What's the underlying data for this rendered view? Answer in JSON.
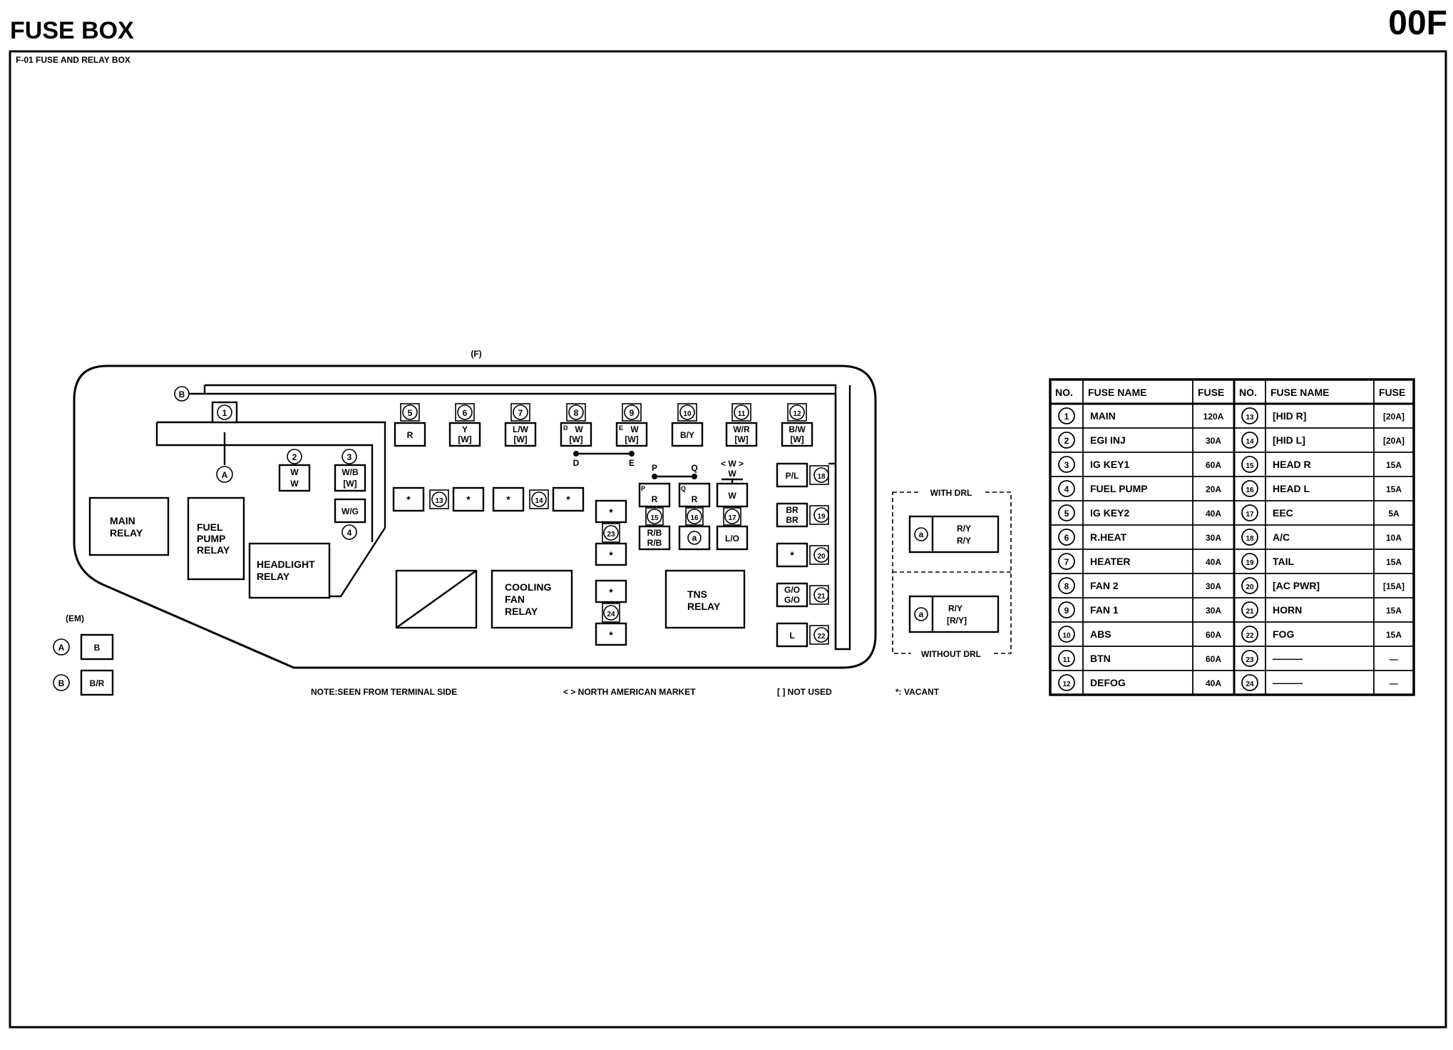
{
  "header": {
    "title": "FUSE BOX",
    "page_code": "00F",
    "subtitle": "F-01 FUSE AND RELAY BOX"
  },
  "diagram": {
    "label_f": "(F)",
    "connector_b": "B",
    "connector_a": "A",
    "relays": {
      "main": [
        "MAIN",
        "RELAY"
      ],
      "fuel_pump": [
        "FUEL",
        "PUMP",
        "RELAY"
      ],
      "headlight": [
        "HEADLIGHT",
        "RELAY"
      ],
      "cooling_fan": [
        "COOLING",
        "FAN",
        "RELAY"
      ],
      "tns": [
        "TNS",
        "RELAY"
      ]
    },
    "fuse_slots": [
      {
        "no": "1"
      },
      {
        "no": "2",
        "lines": [
          "W",
          "W"
        ]
      },
      {
        "no": "3",
        "lines": [
          "W/B",
          "[W]"
        ]
      },
      {
        "no": "4",
        "lines": [
          "W/G"
        ]
      },
      {
        "no": "5",
        "lines": [
          "R"
        ]
      },
      {
        "no": "6",
        "lines": [
          "Y",
          "[W]"
        ]
      },
      {
        "no": "7",
        "lines": [
          "L/W",
          "[W]"
        ]
      },
      {
        "no": "8",
        "lines": [
          "W",
          "[W]"
        ],
        "tag": "D"
      },
      {
        "no": "9",
        "lines": [
          "W",
          "[W]"
        ],
        "tag": "E"
      },
      {
        "no": "10",
        "lines": [
          "B/Y"
        ]
      },
      {
        "no": "11",
        "lines": [
          "W/R",
          "[W]"
        ]
      },
      {
        "no": "12",
        "lines": [
          "B/W",
          "[W]"
        ]
      },
      {
        "no": "13"
      },
      {
        "no": "14"
      },
      {
        "no": "15",
        "lines": [
          "R",
          "R/B",
          "R/B"
        ],
        "tag": "P"
      },
      {
        "no": "16",
        "lines": [
          "R",
          "a"
        ],
        "tag": "Q"
      },
      {
        "no": "17",
        "lines": [
          "W",
          "L/O"
        ]
      },
      {
        "no": "18",
        "lines": [
          "P/L"
        ]
      },
      {
        "no": "19",
        "lines": [
          "BR",
          "BR"
        ]
      },
      {
        "no": "20",
        "lines": [
          "*"
        ]
      },
      {
        "no": "21",
        "lines": [
          "G/O",
          "G/O"
        ]
      },
      {
        "no": "22",
        "lines": [
          "L"
        ]
      },
      {
        "no": "23",
        "lines": [
          "*",
          "*"
        ]
      },
      {
        "no": "24",
        "lines": [
          "*",
          "*"
        ]
      }
    ],
    "vacant_mark": "*",
    "joint_labels": {
      "d": "D",
      "e": "E",
      "p": "P",
      "q": "Q",
      "w_na": "< W >",
      "w": "W"
    },
    "em_label": "(EM)",
    "em_connectors": [
      {
        "id": "A",
        "color": "B"
      },
      {
        "id": "B",
        "color": "B/R"
      }
    ],
    "drl": {
      "with_label": "WITH DRL",
      "without_label": "WITHOUT DRL",
      "circle": "a",
      "with_lines": [
        "R/Y",
        "R/Y"
      ],
      "without_lines": [
        "R/Y",
        "[R/Y]"
      ]
    },
    "notes": [
      "NOTE:SEEN FROM TERMINAL SIDE",
      "< > NORTH AMERICAN MARKET",
      "[ ] NOT USED",
      "*: VACANT"
    ]
  },
  "fuse_table": {
    "headers": [
      "NO.",
      "FUSE NAME",
      "FUSE",
      "NO.",
      "FUSE NAME",
      "FUSE"
    ],
    "rows": [
      [
        "1",
        "MAIN",
        "120A",
        "13",
        "[HID R]",
        "[20A]"
      ],
      [
        "2",
        "EGI INJ",
        "30A",
        "14",
        "[HID L]",
        "[20A]"
      ],
      [
        "3",
        "IG KEY1",
        "60A",
        "15",
        "HEAD R",
        "15A"
      ],
      [
        "4",
        "FUEL PUMP",
        "20A",
        "16",
        "HEAD L",
        "15A"
      ],
      [
        "5",
        "IG KEY2",
        "40A",
        "17",
        "EEC",
        "5A"
      ],
      [
        "6",
        "R.HEAT",
        "30A",
        "18",
        "A/C",
        "10A"
      ],
      [
        "7",
        "HEATER",
        "40A",
        "19",
        "TAIL",
        "15A"
      ],
      [
        "8",
        "FAN 2",
        "30A",
        "20",
        "[AC PWR]",
        "[15A]"
      ],
      [
        "9",
        "FAN 1",
        "30A",
        "21",
        "HORN",
        "15A"
      ],
      [
        "10",
        "ABS",
        "60A",
        "22",
        "FOG",
        "15A"
      ],
      [
        "11",
        "BTN",
        "60A",
        "23",
        "———",
        "—"
      ],
      [
        "12",
        "DEFOG",
        "40A",
        "24",
        "———",
        "—"
      ]
    ]
  }
}
